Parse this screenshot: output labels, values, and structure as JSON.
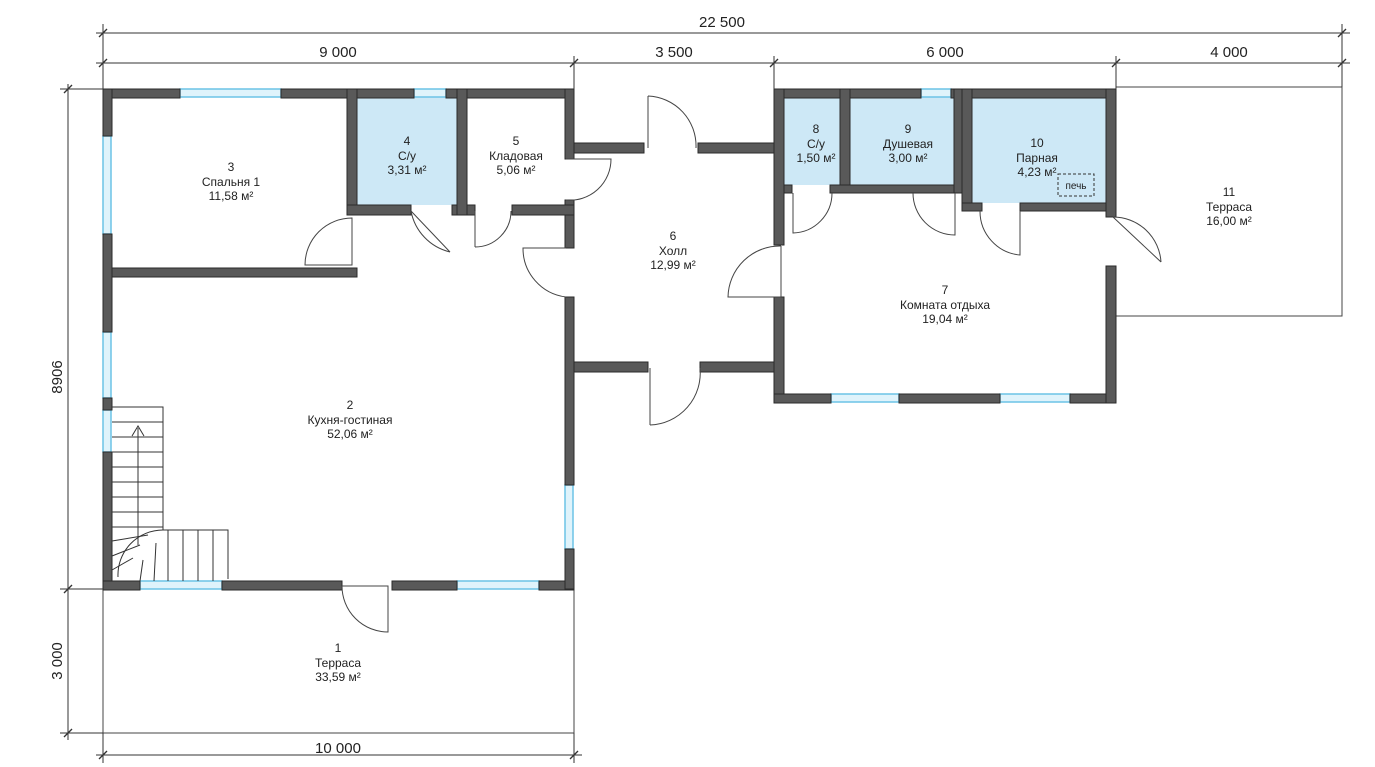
{
  "dimensions": {
    "total_width": "22 500",
    "seg_1": "9 000",
    "seg_2": "3 500",
    "seg_3": "6 000",
    "seg_4": "4 000",
    "bottom_width": "10 000",
    "height_main": "8906",
    "height_terrace": "3 000"
  },
  "rooms": {
    "r1": {
      "num": "1",
      "name": "Терраса",
      "area": "33,59 м²"
    },
    "r2": {
      "num": "2",
      "name": "Кухня-гостиная",
      "area": "52,06 м²"
    },
    "r3": {
      "num": "3",
      "name": "Спальня 1",
      "area": "11,58 м²"
    },
    "r4": {
      "num": "4",
      "name": "С/у",
      "area": "3,31 м²"
    },
    "r5": {
      "num": "5",
      "name": "Кладовая",
      "area": "5,06 м²"
    },
    "r6": {
      "num": "6",
      "name": "Холл",
      "area": "12,99 м²"
    },
    "r7": {
      "num": "7",
      "name": "Комната отдыха",
      "area": "19,04 м²"
    },
    "r8": {
      "num": "8",
      "name": "С/у",
      "area": "1,50 м²"
    },
    "r9": {
      "num": "9",
      "name": "Душевая",
      "area": "3,00 м²"
    },
    "r10": {
      "num": "10",
      "name": "Парная",
      "area": "4,23 м²"
    },
    "r11": {
      "num": "11",
      "name": "Терраса",
      "area": "16,00 м²"
    }
  },
  "stove_label": "печь",
  "colors": {
    "wall": "#595959",
    "wall_outline": "#2a2a2a",
    "wet_room": "#cde8f6",
    "window": "#8fd0ec",
    "line": "#333333"
  }
}
